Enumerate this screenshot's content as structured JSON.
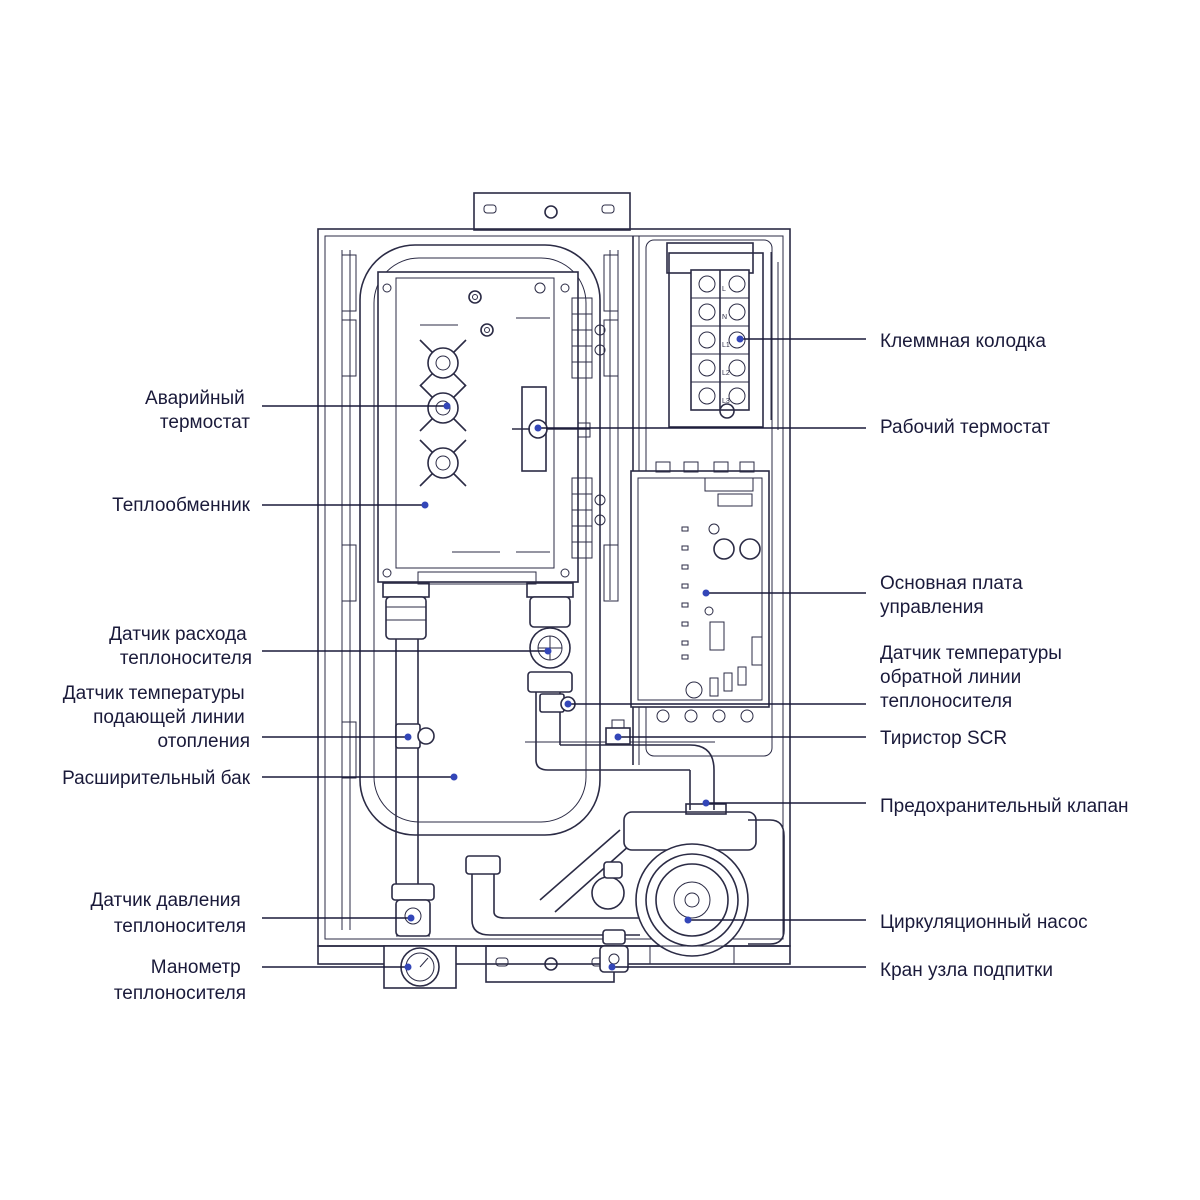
{
  "colors": {
    "line": "#2b2b45",
    "text": "#1a1a3a",
    "marker": "#3346b8",
    "background": "#ffffff"
  },
  "terminal_block_marks": [
    "L",
    "N",
    "L1",
    "L2",
    "L3"
  ],
  "labels": {
    "terminal_block": "Клеммная колодка",
    "safety_thermostat": [
      "Аварийный",
      "термостат"
    ],
    "working_thermostat": "Рабочий термостат",
    "heat_exchanger": "Теплообменник",
    "main_board": [
      "Основная плата",
      "управления"
    ],
    "flow_sensor": [
      "Датчик расхода",
      "теплоносителя"
    ],
    "return_temp_sensor": [
      "Датчик температуры",
      "обратной линии",
      "теплоносителя"
    ],
    "supply_temp_sensor": [
      "Датчик температуры",
      "подающей линии",
      "отопления"
    ],
    "thyristor": "Тиристор SCR",
    "expansion_tank": "Расширительный бак",
    "safety_valve": "Предохранительный клапан",
    "pressure_sensor": [
      "Датчик давления",
      "теплоносителя"
    ],
    "circulation_pump": "Циркуляционный насос",
    "manometer": [
      "Манометр",
      "теплоносителя"
    ],
    "fill_valve": "Кран узла подпитки"
  }
}
